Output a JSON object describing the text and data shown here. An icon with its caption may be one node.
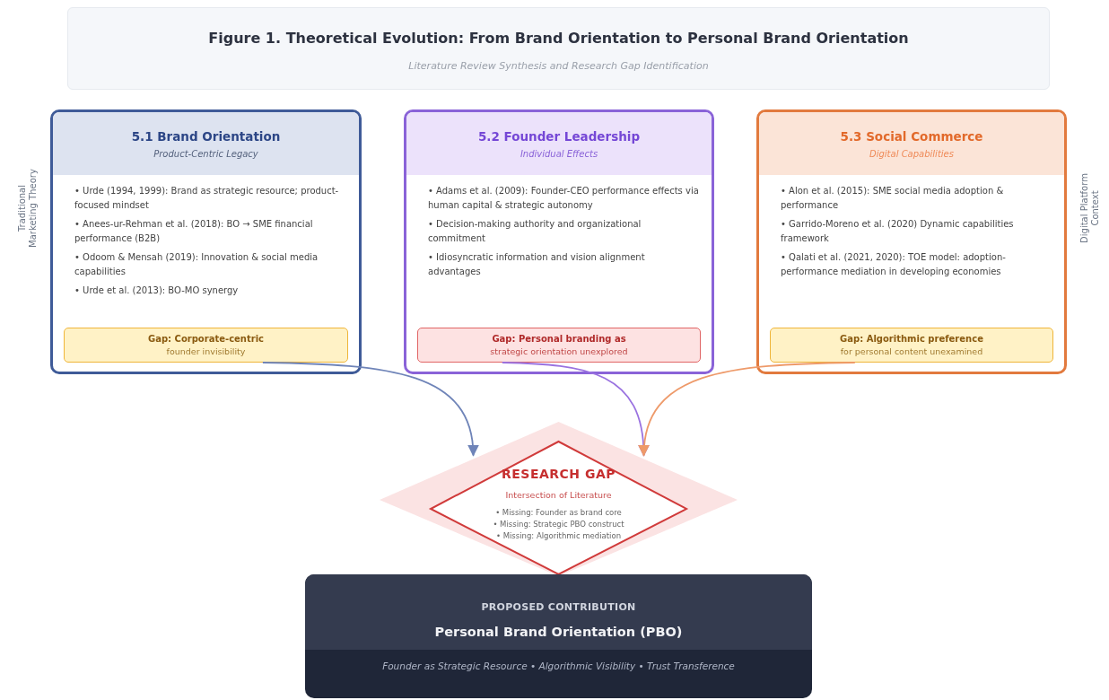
{
  "diagram": {
    "title": "Figure 1. Theoretical Evolution: From Brand Orientation to Personal Brand Orientation",
    "nodes": [
      {
        "text": [
          "5.1 Brand Orientation",
          "Product-Centric Legacy",
          "• Urde (1994, 1999): Brand as strategic resource; product-focused mindset",
          "• Anees-ur-Rehman et al. (2018): BO → SME financial performance (B2B)",
          "• Odoom & Mensah (2019): Innovation & social media capabilities",
          "• Urde et al. (2013): BO-MO synergy"
        ]
      },
      {
        "text": [
          "Gap: Corporate-centric",
          "founder invisibility"
        ],
        "in": 0
      },
      {
        "text": [
          "5.2 Founder Leadership",
          "Individual Effects",
          "• Adams et al. (2009): Founder-CEO performance effects via human capital & strategic autonomy",
          "• Decision-making authority and organizational commitment",
          "• Idiosyncratic information and vision alignment advantages"
        ]
      },
      {
        "text": [
          "Gap: Personal branding as",
          "strategic orientation unexplored"
        ],
        "in": 2
      },
      {
        "text": [
          "5.3 Social Commerce",
          "Digital Capabilities",
          "• Alon et al. (2015): SME social media adoption & performance",
          "• Garrido-Moreno et al. (2020) Dynamic capabilities framework",
          "• Qalati et al. (2021, 2020): TOE model: adoption-performance mediation in developing economies"
        ]
      },
      {
        "text": [
          "Gap: Algorithmic preference",
          "for personal content unexamined"
        ],
        "in": 4
      },
      {
        "text": [
          "RESEARCH GAP",
          "Intersection of Literature",
          "• Missing: Founder as brand core",
          "• Missing: Strategic PBO construct",
          "• Missing: Algorithmic mediation"
        ]
      },
      {
        "text": [
          "PROPOSED CONTRIBUTION",
          "Personal Brand Orientation (PBO)",
          "Founder as Strategic Resource • Algorithmic Visibility • Trust Transference"
        ]
      }
    ],
    "edges": [
      {
        "from": 1,
        "to": 6,
        "arrow": "to",
        "color": "#6f84b8"
      },
      {
        "from": 3,
        "to": 6,
        "arrow": "to",
        "color": "#9a72e0"
      },
      {
        "from": 5,
        "to": 6,
        "arrow": "to",
        "color": "#ee9a6a"
      }
    ],
    "labels": [
      "Literature Review Synthesis and Research Gap Identification",
      "Traditional Marketing Theory",
      "Digital Platform Context"
    ]
  }
}
